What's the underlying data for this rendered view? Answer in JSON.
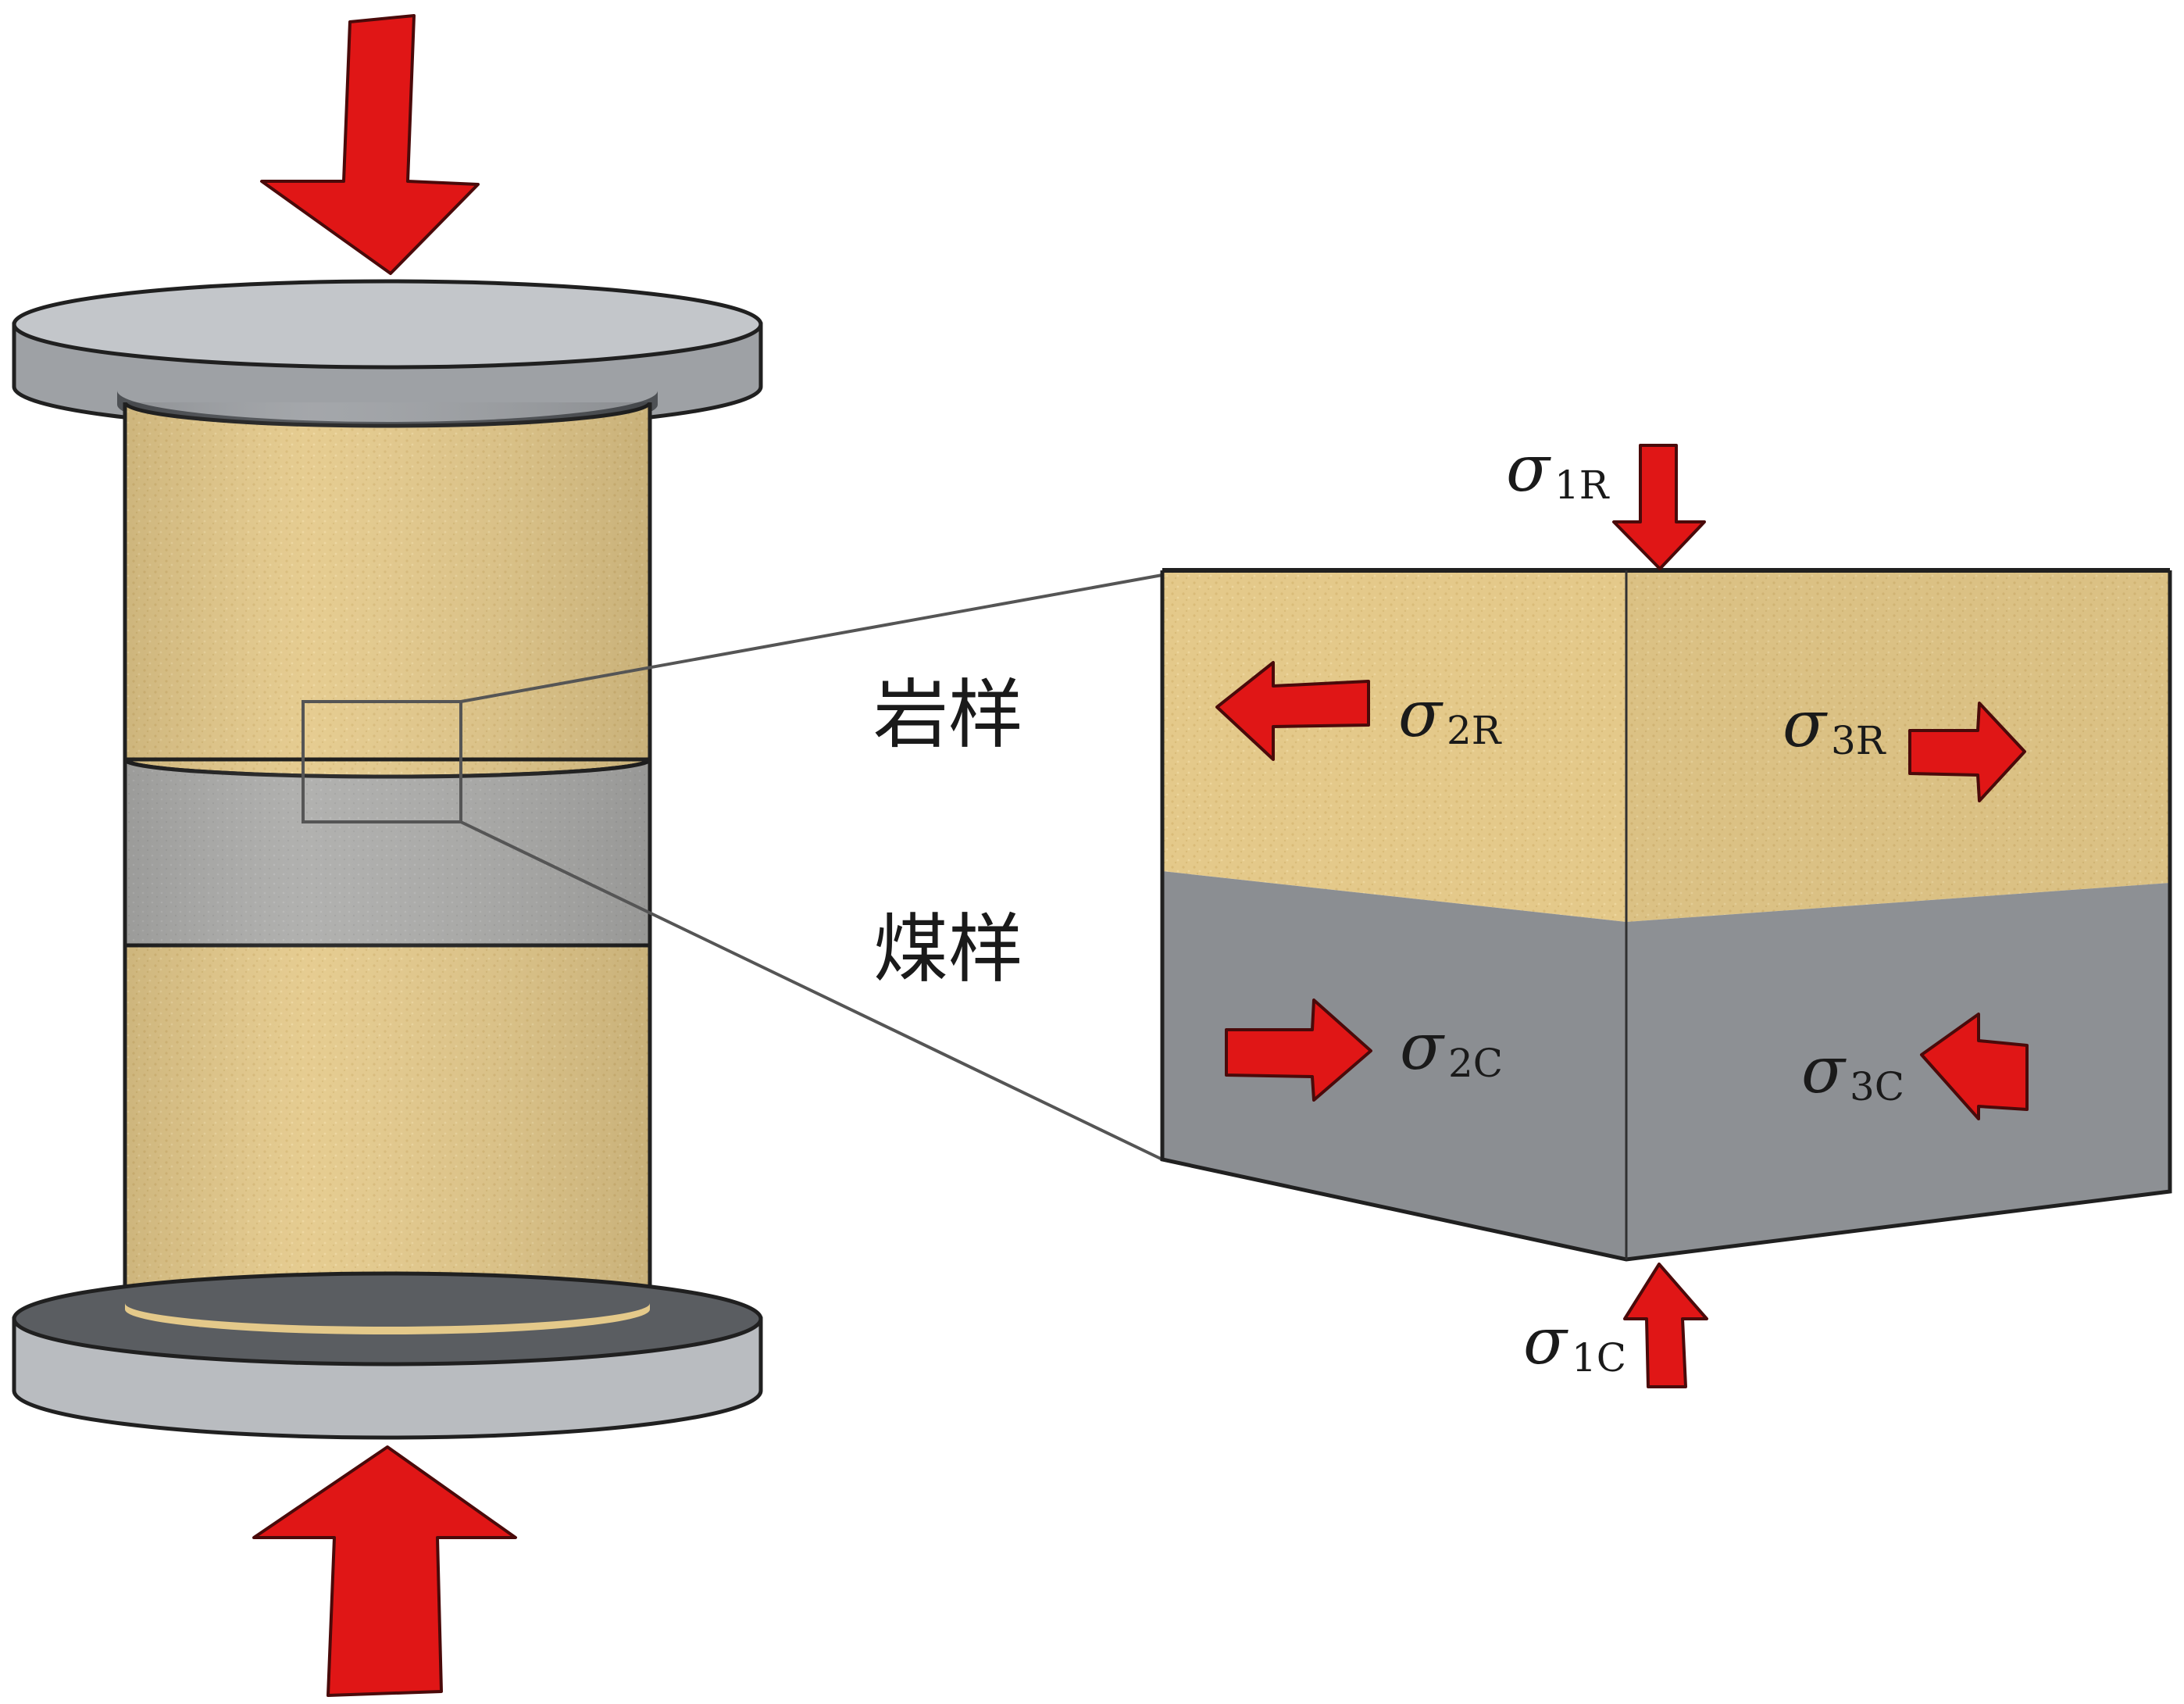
{
  "labels": {
    "rock_sample": "岩样",
    "coal_sample": "煤样"
  },
  "stresses": {
    "s1R": {
      "symbol": "σ",
      "sub": "1R"
    },
    "s2R": {
      "symbol": "σ",
      "sub": "2R"
    },
    "s3R": {
      "symbol": "σ",
      "sub": "3R"
    },
    "s2C": {
      "symbol": "σ",
      "sub": "2C"
    },
    "s3C": {
      "symbol": "σ",
      "sub": "3C"
    },
    "s1C": {
      "symbol": "σ",
      "sub": "1C"
    }
  },
  "colors": {
    "rock": "#e4c98a",
    "rock_side": "#d8bb78",
    "coal": "#a9a9a6",
    "coal_block": "#8b8e92",
    "platen": "#b9bcc0",
    "platen_dark": "#5c5f63",
    "arrow": "#e01616",
    "outline": "#202020"
  }
}
